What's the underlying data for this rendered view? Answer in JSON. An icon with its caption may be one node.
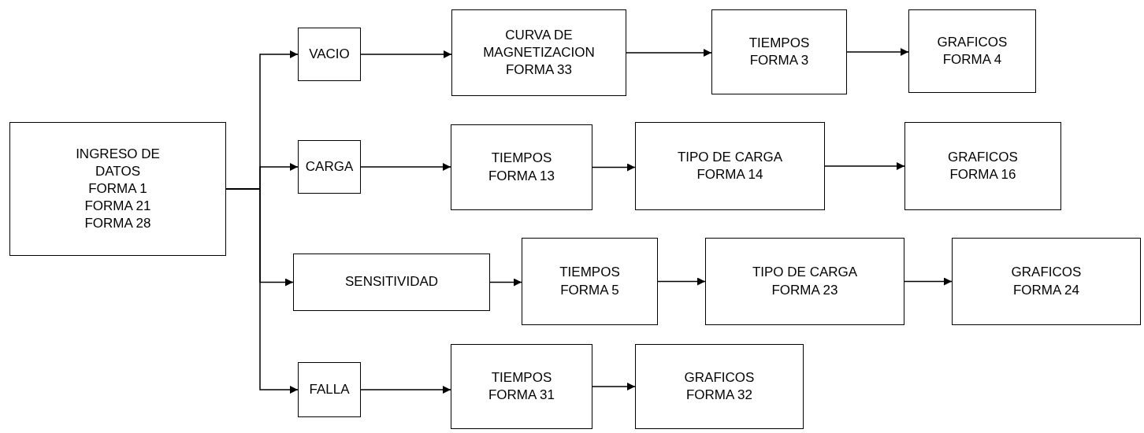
{
  "diagram": {
    "nodes": [
      {
        "text": [
          "INGRESO DE DATOS",
          "FORMA 1",
          "FORMA 21",
          "FORMA 28"
        ]
      },
      {
        "text": [
          "VACIO"
        ]
      },
      {
        "text": [
          "CURVA DE MAGNETIZACION",
          "FORMA 33"
        ]
      },
      {
        "text": [
          "TIEMPOS",
          "FORMA 3"
        ]
      },
      {
        "text": [
          "GRAFICOS",
          "FORMA 4"
        ]
      },
      {
        "text": [
          "CARGA"
        ]
      },
      {
        "text": [
          "TIEMPOS",
          "FORMA 13"
        ]
      },
      {
        "text": [
          "TIPO DE CARGA",
          "FORMA 14"
        ]
      },
      {
        "text": [
          "GRAFICOS",
          "FORMA 16"
        ]
      },
      {
        "text": [
          "SENSITIVIDAD"
        ]
      },
      {
        "text": [
          "TIEMPOS",
          "FORMA 5"
        ]
      },
      {
        "text": [
          "TIPO DE CARGA",
          "FORMA 23"
        ]
      },
      {
        "text": [
          "GRAFICOS",
          "FORMA 24"
        ]
      },
      {
        "text": [
          "FALLA"
        ]
      },
      {
        "text": [
          "TIEMPOS",
          "FORMA 31"
        ]
      },
      {
        "text": [
          "GRAFICOS",
          "FORMA 32"
        ]
      }
    ],
    "edges": [
      {
        "from": 0,
        "to": 1,
        "arrow": "to"
      },
      {
        "from": 0,
        "to": 5,
        "arrow": "to"
      },
      {
        "from": 0,
        "to": 9,
        "arrow": "to"
      },
      {
        "from": 0,
        "to": 13,
        "arrow": "to"
      },
      {
        "from": 1,
        "to": 2,
        "arrow": "to"
      },
      {
        "from": 2,
        "to": 3,
        "arrow": "to"
      },
      {
        "from": 3,
        "to": 4,
        "arrow": "to"
      },
      {
        "from": 5,
        "to": 6,
        "arrow": "to"
      },
      {
        "from": 6,
        "to": 7,
        "arrow": "to"
      },
      {
        "from": 7,
        "to": 8,
        "arrow": "to"
      },
      {
        "from": 9,
        "to": 10,
        "arrow": "to"
      },
      {
        "from": 10,
        "to": 11,
        "arrow": "to"
      },
      {
        "from": 11,
        "to": 12,
        "arrow": "to"
      },
      {
        "from": 13,
        "to": 14,
        "arrow": "to"
      },
      {
        "from": 14,
        "to": 15,
        "arrow": "to"
      }
    ]
  }
}
